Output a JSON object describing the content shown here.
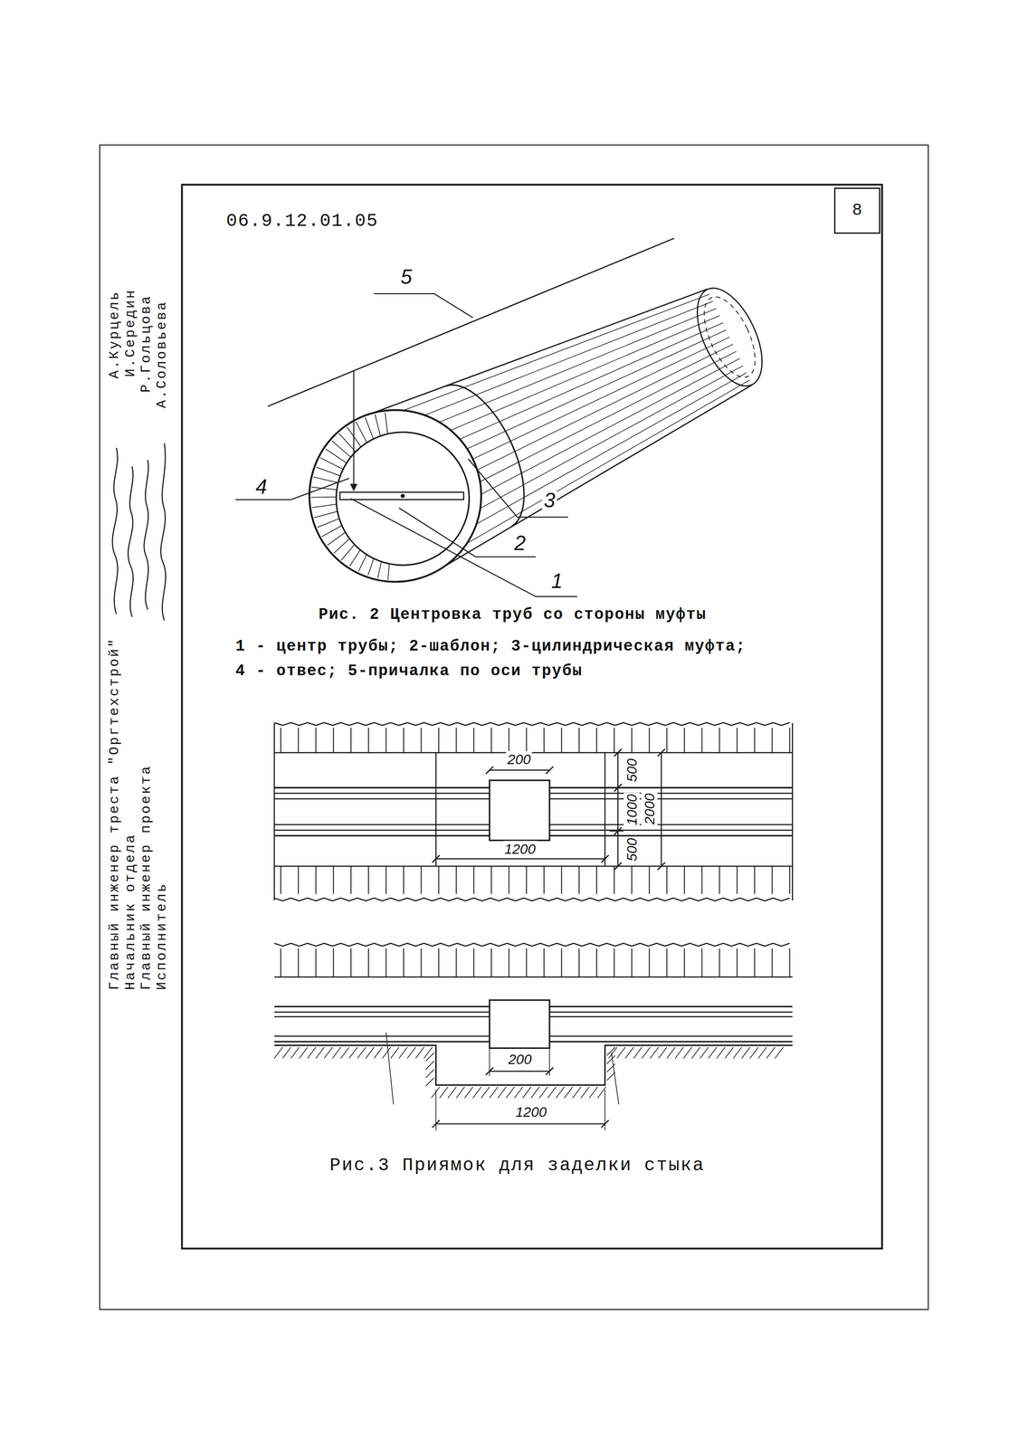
{
  "diagram": {
    "nodes": [
      {
        "text": [
          "8"
        ]
      }
    ],
    "labels": [
      "06.9.12.01.05",
      "А.Курцель",
      "И.Середин",
      "Р.Гольцова",
      "А.Соловьева",
      "5",
      "4",
      "3",
      "2",
      "1",
      "Рис. 2 Центровка труб со стороны муфты",
      "1 - центр трубы; 2-шаблон; 3-цилиндрическая муфта;",
      "4 - отвес; 5-причалка по оси трубы",
      "200",
      "500",
      "1000",
      "2000",
      "1200",
      "500",
      "200",
      "1200",
      "Рис.3 Приямок для заделки стыка",
      "Главный инженер треста \"Оргтехстрой\"",
      "Начальник отдела",
      "Главный инженер проекта",
      "Исполнитель"
    ]
  }
}
